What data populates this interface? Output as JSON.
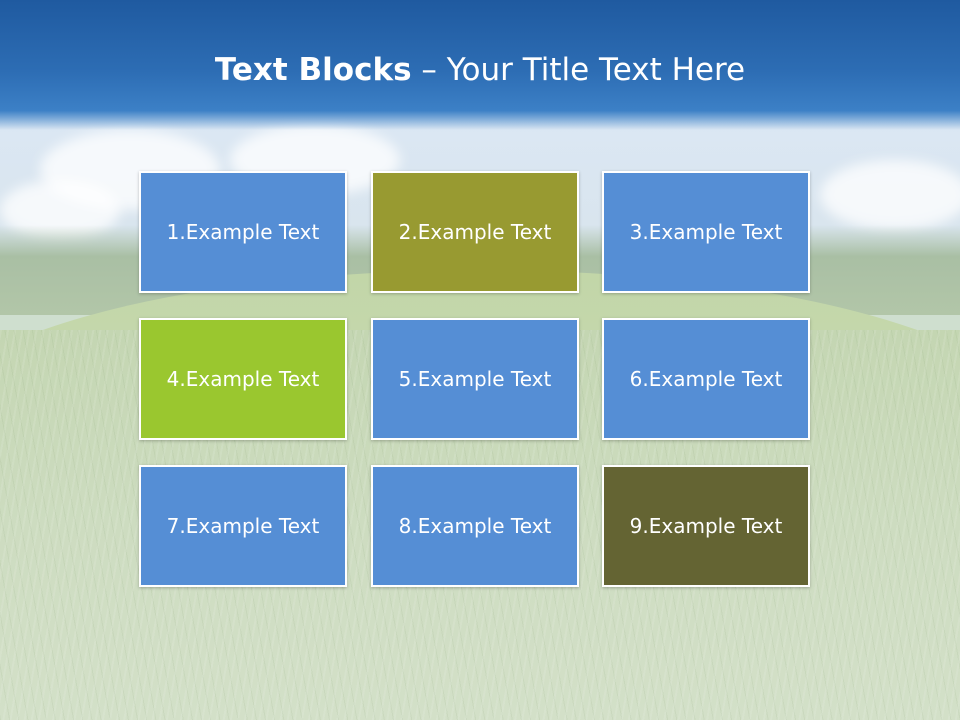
{
  "title": {
    "bold": "Text Blocks",
    "dash": " – ",
    "rest": "Your Title Text Here"
  },
  "blocks": [
    {
      "label": "1.Example Text",
      "color": "#558ed5"
    },
    {
      "label": "2.Example Text",
      "color": "#989a31"
    },
    {
      "label": "3.Example Text",
      "color": "#558ed5"
    },
    {
      "label": "4.Example Text",
      "color": "#9ac72f"
    },
    {
      "label": "5.Example Text",
      "color": "#558ed5"
    },
    {
      "label": "6.Example Text",
      "color": "#558ed5"
    },
    {
      "label": "7.Example Text",
      "color": "#558ed5"
    },
    {
      "label": "8.Example Text",
      "color": "#558ed5"
    },
    {
      "label": "9.Example Text",
      "color": "#646433"
    }
  ]
}
